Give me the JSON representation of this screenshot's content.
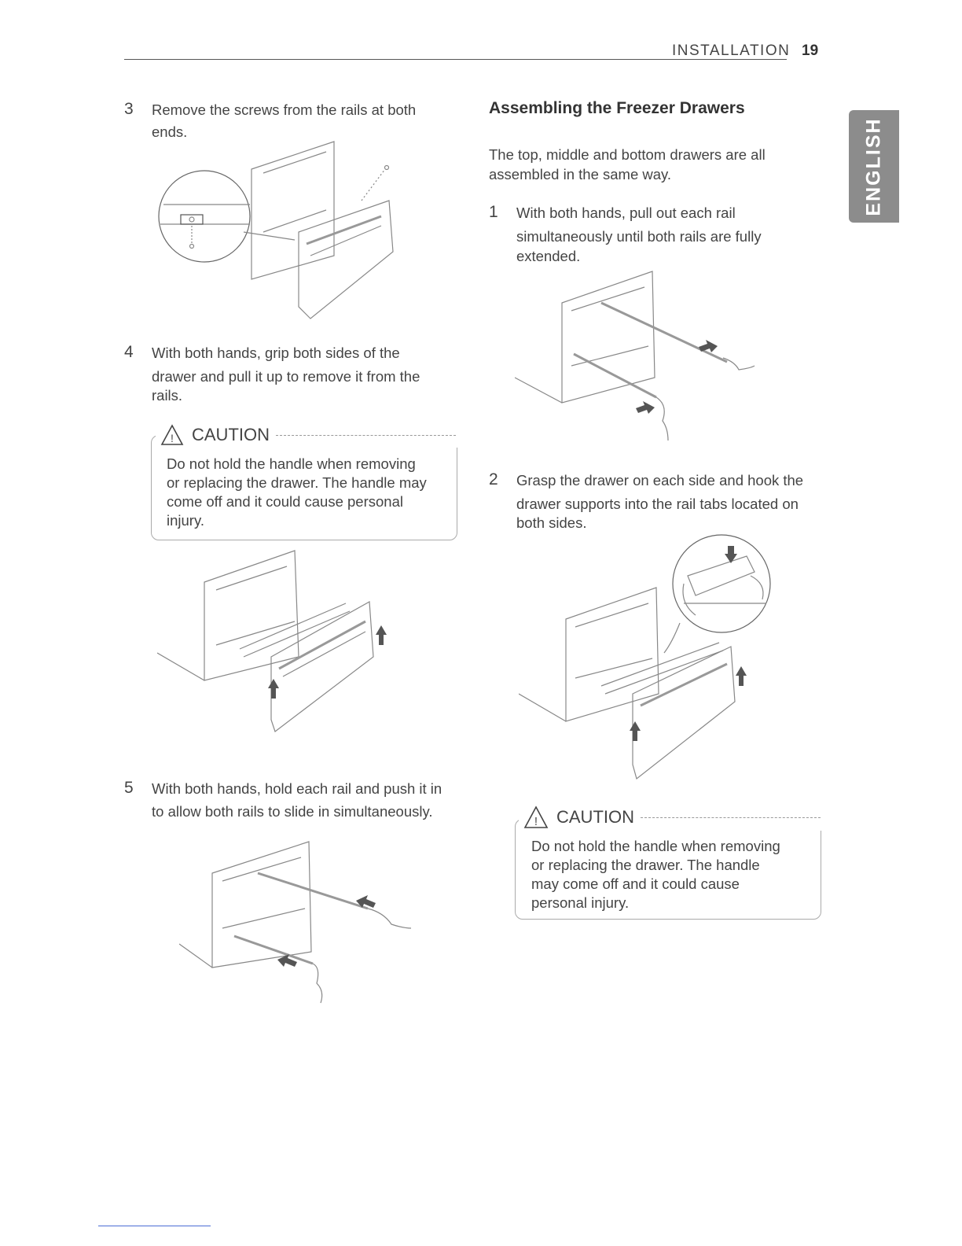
{
  "header": {
    "section": "INSTALLATION",
    "page_number": "19"
  },
  "side_tab": "ENGLISH",
  "left": {
    "step3": {
      "num": "3",
      "text_l1": "Remove the screws from the rails at both",
      "text_l2": "ends."
    },
    "step4": {
      "num": "4",
      "text_l1": "With both hands, grip both sides of the",
      "text_l2": "drawer and pull it up to remove it from the",
      "text_l3": "rails."
    },
    "caution": {
      "title": "CAUTION",
      "l1": "Do not hold the handle when removing",
      "l2": "or replacing the drawer. The handle may",
      "l3": "come off and it could cause personal",
      "l4": "injury."
    },
    "step5": {
      "num": "5",
      "text_l1": "With both hands, hold each rail and push it in",
      "text_l2": "to allow both rails to slide in simultaneously."
    }
  },
  "right": {
    "heading": "Assembling the Freezer Drawers",
    "intro_l1": "The top, middle and bottom drawers are all",
    "intro_l2": "assembled in the same way.",
    "step1": {
      "num": "1",
      "text_l1": "With both hands, pull out each rail",
      "text_l2": "simultaneously until both rails are fully",
      "text_l3": "extended."
    },
    "step2": {
      "num": "2",
      "text_l1": "Grasp the drawer on each side and hook the",
      "text_l2": "drawer supports into the rail tabs located on",
      "text_l3": "both sides."
    },
    "caution": {
      "title": "CAUTION",
      "l1": "Do not hold the handle when removing",
      "l2": "or replacing the drawer. The handle",
      "l3": "may come off and it could cause",
      "l4": "personal injury."
    }
  }
}
